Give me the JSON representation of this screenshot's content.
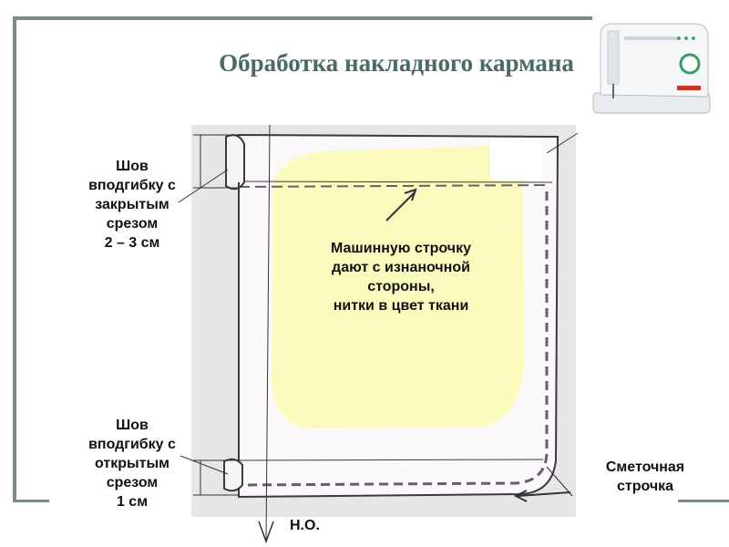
{
  "title": "Обработка накладного кармана",
  "labels": {
    "top_seam": "Шов\nвподгибку с\nзакрытым\nсрезом\n2 – 3 см",
    "bottom_seam": "Шов\nвподгибку с\nоткрытым\nсрезом\n1 см",
    "machine_stitch": "Машинную строчку\nдают с изнаночной\nстороны,\nнитки в цвет ткани",
    "basting_stitch": "Сметочная\nстрочка",
    "grain_line": "Н.О."
  },
  "icons": [
    "sewing-machine-icon"
  ],
  "colors": {
    "frame": "#7a8c88",
    "title": "#4a6a66",
    "fabric": "#e6e6e6",
    "pocket": "#fbf8fb",
    "highlight": "#fbfbbe",
    "stitch": "#6e5a6e"
  }
}
